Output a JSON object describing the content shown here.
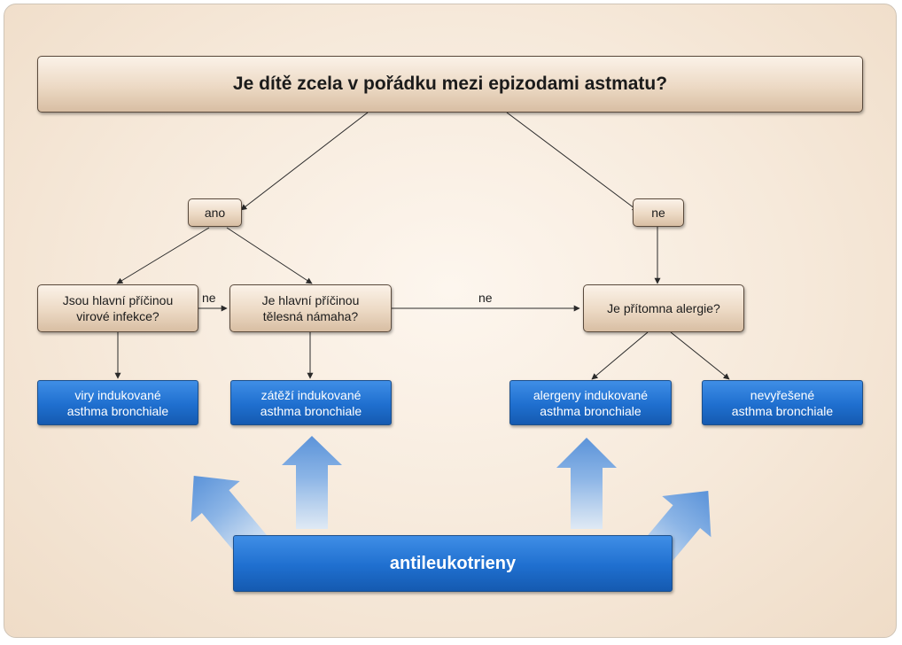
{
  "question": "Je dítě zcela v pořádku mezi epizodami astmatu?",
  "answers": {
    "yes": "ano",
    "no": "ne"
  },
  "conditions": {
    "viral": "Jsou hlavní příčinou\nvirové infekce?",
    "exercise": "Je hlavní příčinou\ntělesná námaha?",
    "allergy": "Je přítomna alergie?"
  },
  "edge_labels": {
    "viral_to_exercise": "ne",
    "exercise_to_allergy": "ne"
  },
  "outcomes": {
    "viral": "viry indukované\nasthma bronchiale",
    "exercise": "zátěží indukované\nasthma bronchiale",
    "allergen": "alergeny indukované\nasthma bronchiale",
    "unresolved": "nevyřešené\nasthma bronchiale"
  },
  "treatment": "antileukotrieny",
  "colors": {
    "accent_blue": "#1f6fcf",
    "box_beige": "#e8d3bd",
    "background": "#f6e9da"
  }
}
